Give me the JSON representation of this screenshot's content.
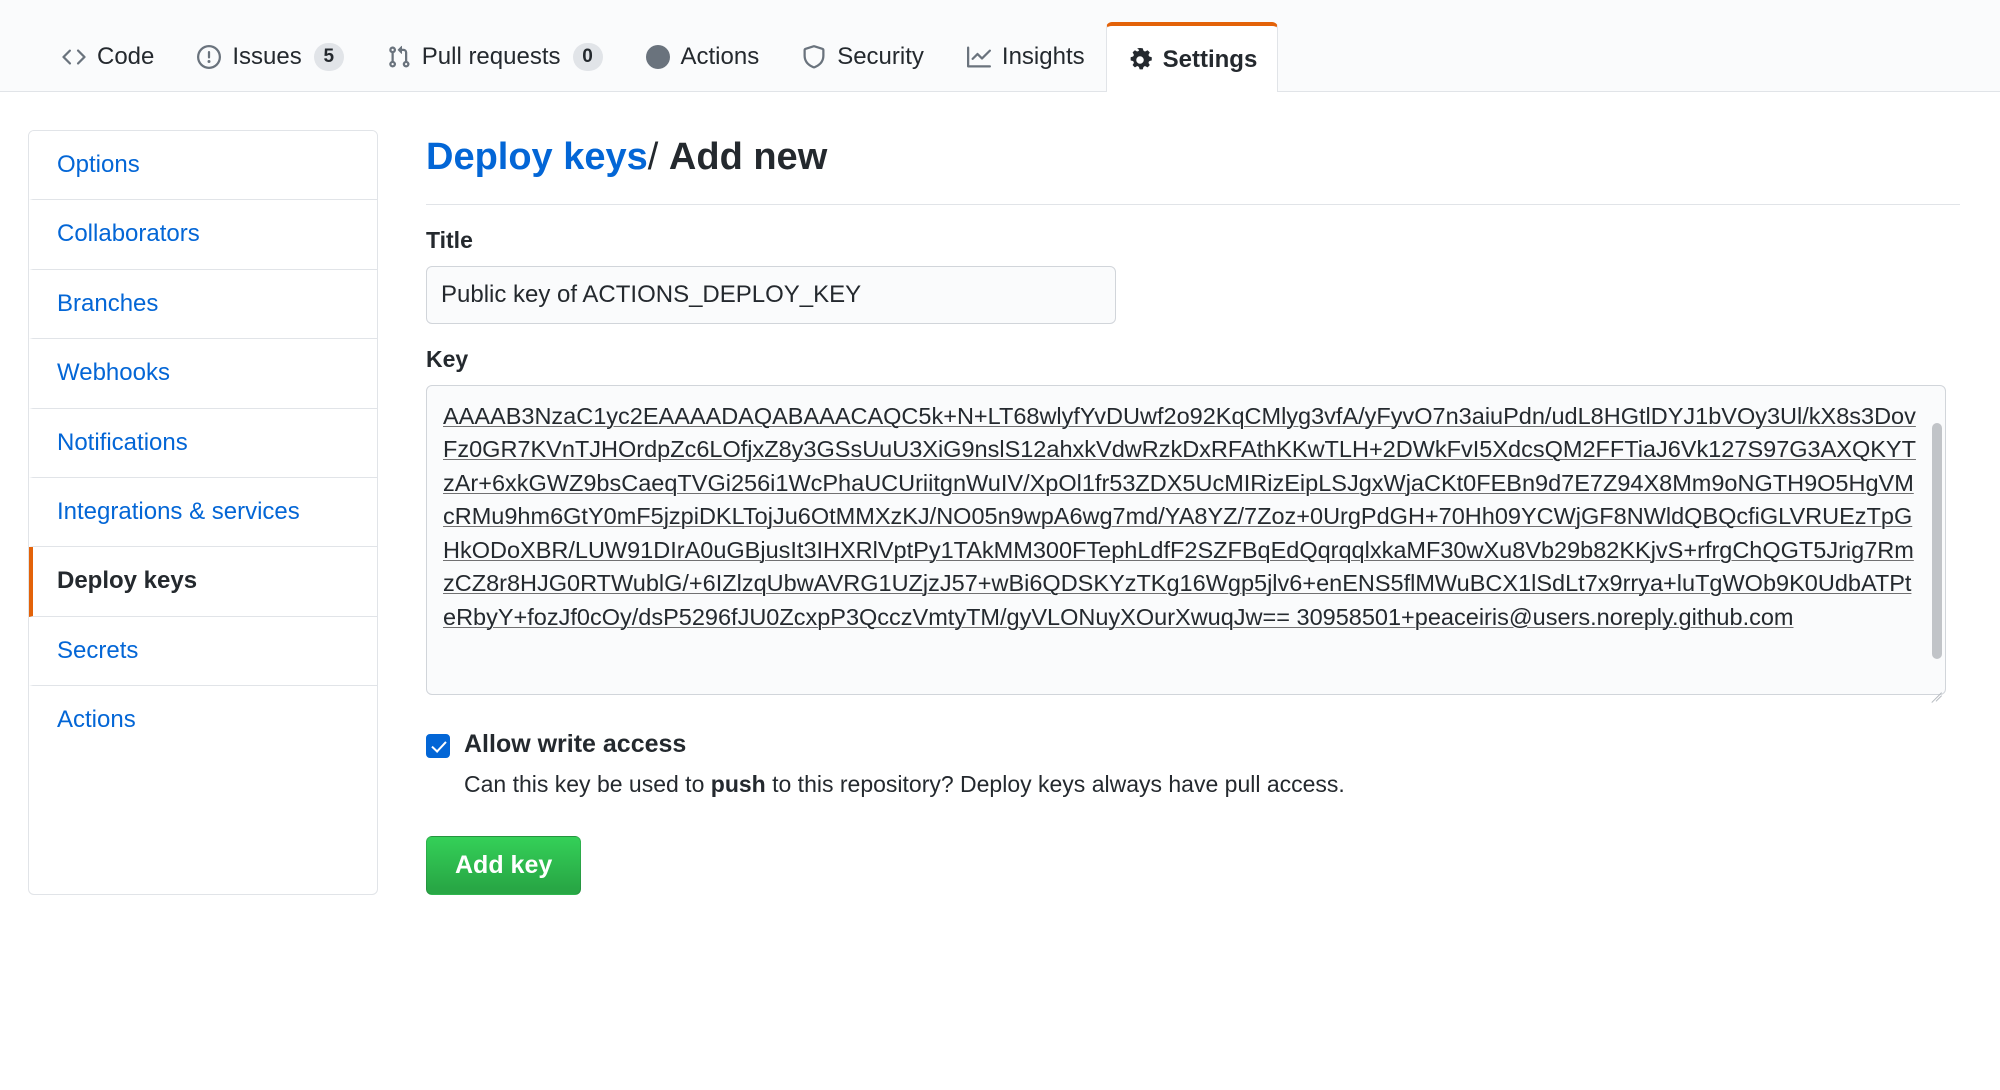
{
  "repo_nav": {
    "tabs": [
      {
        "label": "Code",
        "icon": "code-icon",
        "counter": null,
        "selected": false
      },
      {
        "label": "Issues",
        "icon": "issue-opened-icon",
        "counter": "5",
        "selected": false
      },
      {
        "label": "Pull requests",
        "icon": "git-pull-request-icon",
        "counter": "0",
        "selected": false
      },
      {
        "label": "Actions",
        "icon": "play-icon",
        "counter": null,
        "selected": false
      },
      {
        "label": "Security",
        "icon": "shield-icon",
        "counter": null,
        "selected": false
      },
      {
        "label": "Insights",
        "icon": "graph-icon",
        "counter": null,
        "selected": false
      },
      {
        "label": "Settings",
        "icon": "gear-icon",
        "counter": null,
        "selected": true
      }
    ],
    "selected_accent": "#e36209"
  },
  "sidebar": {
    "items": [
      {
        "label": "Options",
        "selected": false
      },
      {
        "label": "Collaborators",
        "selected": false
      },
      {
        "label": "Branches",
        "selected": false
      },
      {
        "label": "Webhooks",
        "selected": false
      },
      {
        "label": "Notifications",
        "selected": false
      },
      {
        "label": "Integrations & services",
        "selected": false
      },
      {
        "label": "Deploy keys",
        "selected": true
      },
      {
        "label": "Secrets",
        "selected": false
      },
      {
        "label": "Actions",
        "selected": false
      }
    ],
    "selected_accent": "#e36209",
    "link_color": "#0366d6"
  },
  "main": {
    "heading": {
      "link_text": "Deploy keys",
      "separator": "/",
      "current": "Add new"
    },
    "title_field": {
      "label": "Title",
      "value": "Public key of ACTIONS_DEPLOY_KEY",
      "placeholder": ""
    },
    "key_field": {
      "label": "Key",
      "value": "AAAAB3NzaC1yc2EAAAADAQABAAACAQC5k+N+LT68wlyfYvDUwf2o92KqCMlyg3vfA/yFyvO7n3aiuPdn/udL8HGtlDYJ1bVOy3Ul/kX8s3DovFz0GR7KVnTJHOrdpZc6LOfjxZ8y3GSsUuU3XiG9nslS12ahxkVdwRzkDxRFAthKKwTLH+2DWkFvI5XdcsQM2FFTiaJ6Vk127S97G3AXQKYTzAr+6xkGWZ9bsCaeqTVGi256i1WcPhaUCUriitgnWuIV/XpOl1fr53ZDX5UcMIRizEipLSJgxWjaCKt0FEBn9d7E7Z94X8Mm9oNGTH9O5HgVMcRMu9hm6GtY0mF5jzpiDKLTojJu6OtMMXzKJ/NO05n9wpA6wg7md/YA8YZ/7Zoz+0UrgPdGH+70Hh09YCWjGF8NWldQBQcfiGLVRUEzTpGHkODoXBR/LUW91DIrA0uGBjusIt3IHXRlVptPy1TAkMM300FTephLdfF2SZFBqEdQqrqqlxkaMF30wXu8Vb29b82KKjvS+rfrgChQGT5Jrig7RmzCZ8r8HJG0RTWublG/+6IZlzqUbwAVRG1UZjzJ57+wBi6QDSKYzTKg16Wgp5jlv6+enENS5flMWuBCX1lSdLt7x9rrya+luTgWOb9K0UdbATPteRbyY+fozJf0cOy/dsP5296fJU0ZcxpP3QcczVmtyTM/gyVLONuyXOurXwuqJw== 30958501+peaceiris@users.noreply.github.com",
      "placeholder": ""
    },
    "write_access": {
      "checked": true,
      "label": "Allow write access",
      "note_prefix": "Can this key be used to ",
      "note_bold": "push",
      "note_suffix": " to this repository? Deploy keys always have pull access."
    },
    "submit_button": {
      "label": "Add key",
      "color": "#2ea44f"
    }
  }
}
